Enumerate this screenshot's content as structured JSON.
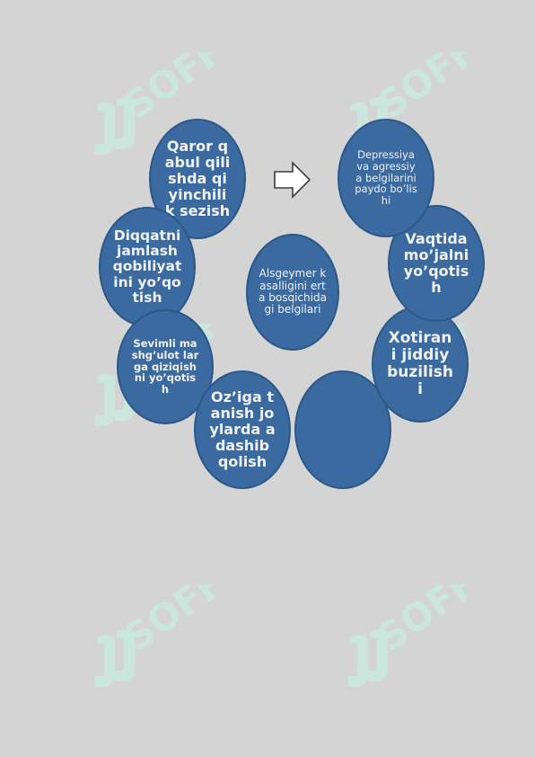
{
  "diagram": {
    "center": "Alsgeymer kasalligini erta bosqichida gi belgilari",
    "nodes": {
      "qaror": "Qaror qabul qilishda qiyinchili k sezish",
      "diqqat": "Diqqatni jamlash qobiliyat ini yo’qotish",
      "sevimli": "Sevimli mashg’ulot larga qiziqishni yo’qotish",
      "oziga": "Oz’iga tanish joylarda adashib qolish",
      "blank": "",
      "xotira": "Xotiran i jiddiy buzilish i",
      "vaqt": "Vaqtida mo’jalni yo’qotis h",
      "depressiya": "Depressiya va agressiya belgilarini paydo bo’lishi"
    }
  },
  "watermark": {
    "text": "SOFF",
    "color": "#c7ece0"
  },
  "colors": {
    "circle_fill": "#3a6aa0",
    "circle_border": "#2b5888",
    "background": "#d4d4d4"
  }
}
